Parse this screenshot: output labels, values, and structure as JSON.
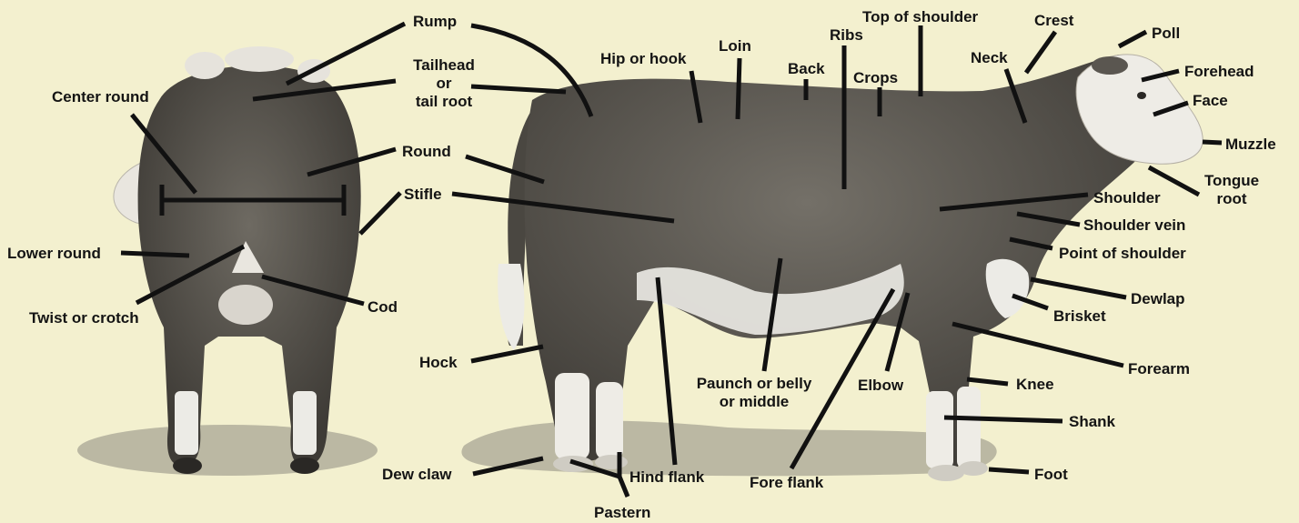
{
  "labels": {
    "rump": "Rump",
    "tailhead": "Tailhead\nor\ntail root",
    "center_round": "Center round",
    "round": "Round",
    "stifle": "Stifle",
    "lower_round": "Lower round",
    "twist": "Twist or crotch",
    "cod": "Cod",
    "hip": "Hip or hook",
    "loin": "Loin",
    "back": "Back",
    "ribs": "Ribs",
    "crops": "Crops",
    "top_shoulder": "Top of shoulder",
    "crest": "Crest",
    "poll": "Poll",
    "neck": "Neck",
    "forehead": "Forehead",
    "face": "Face",
    "muzzle": "Muzzle",
    "tongue_root": "Tongue\nroot",
    "shoulder": "Shoulder",
    "shoulder_vein": "Shoulder vein",
    "point_shoulder": "Point of shoulder",
    "dewlap": "Dewlap",
    "brisket": "Brisket",
    "forearm": "Forearm",
    "knee": "Knee",
    "shank": "Shank",
    "foot": "Foot",
    "hock": "Hock",
    "paunch": "Paunch or belly\nor middle",
    "elbow": "Elbow",
    "dew_claw": "Dew claw",
    "hind_flank": "Hind flank",
    "pastern": "Pastern",
    "fore_flank": "Fore flank"
  }
}
